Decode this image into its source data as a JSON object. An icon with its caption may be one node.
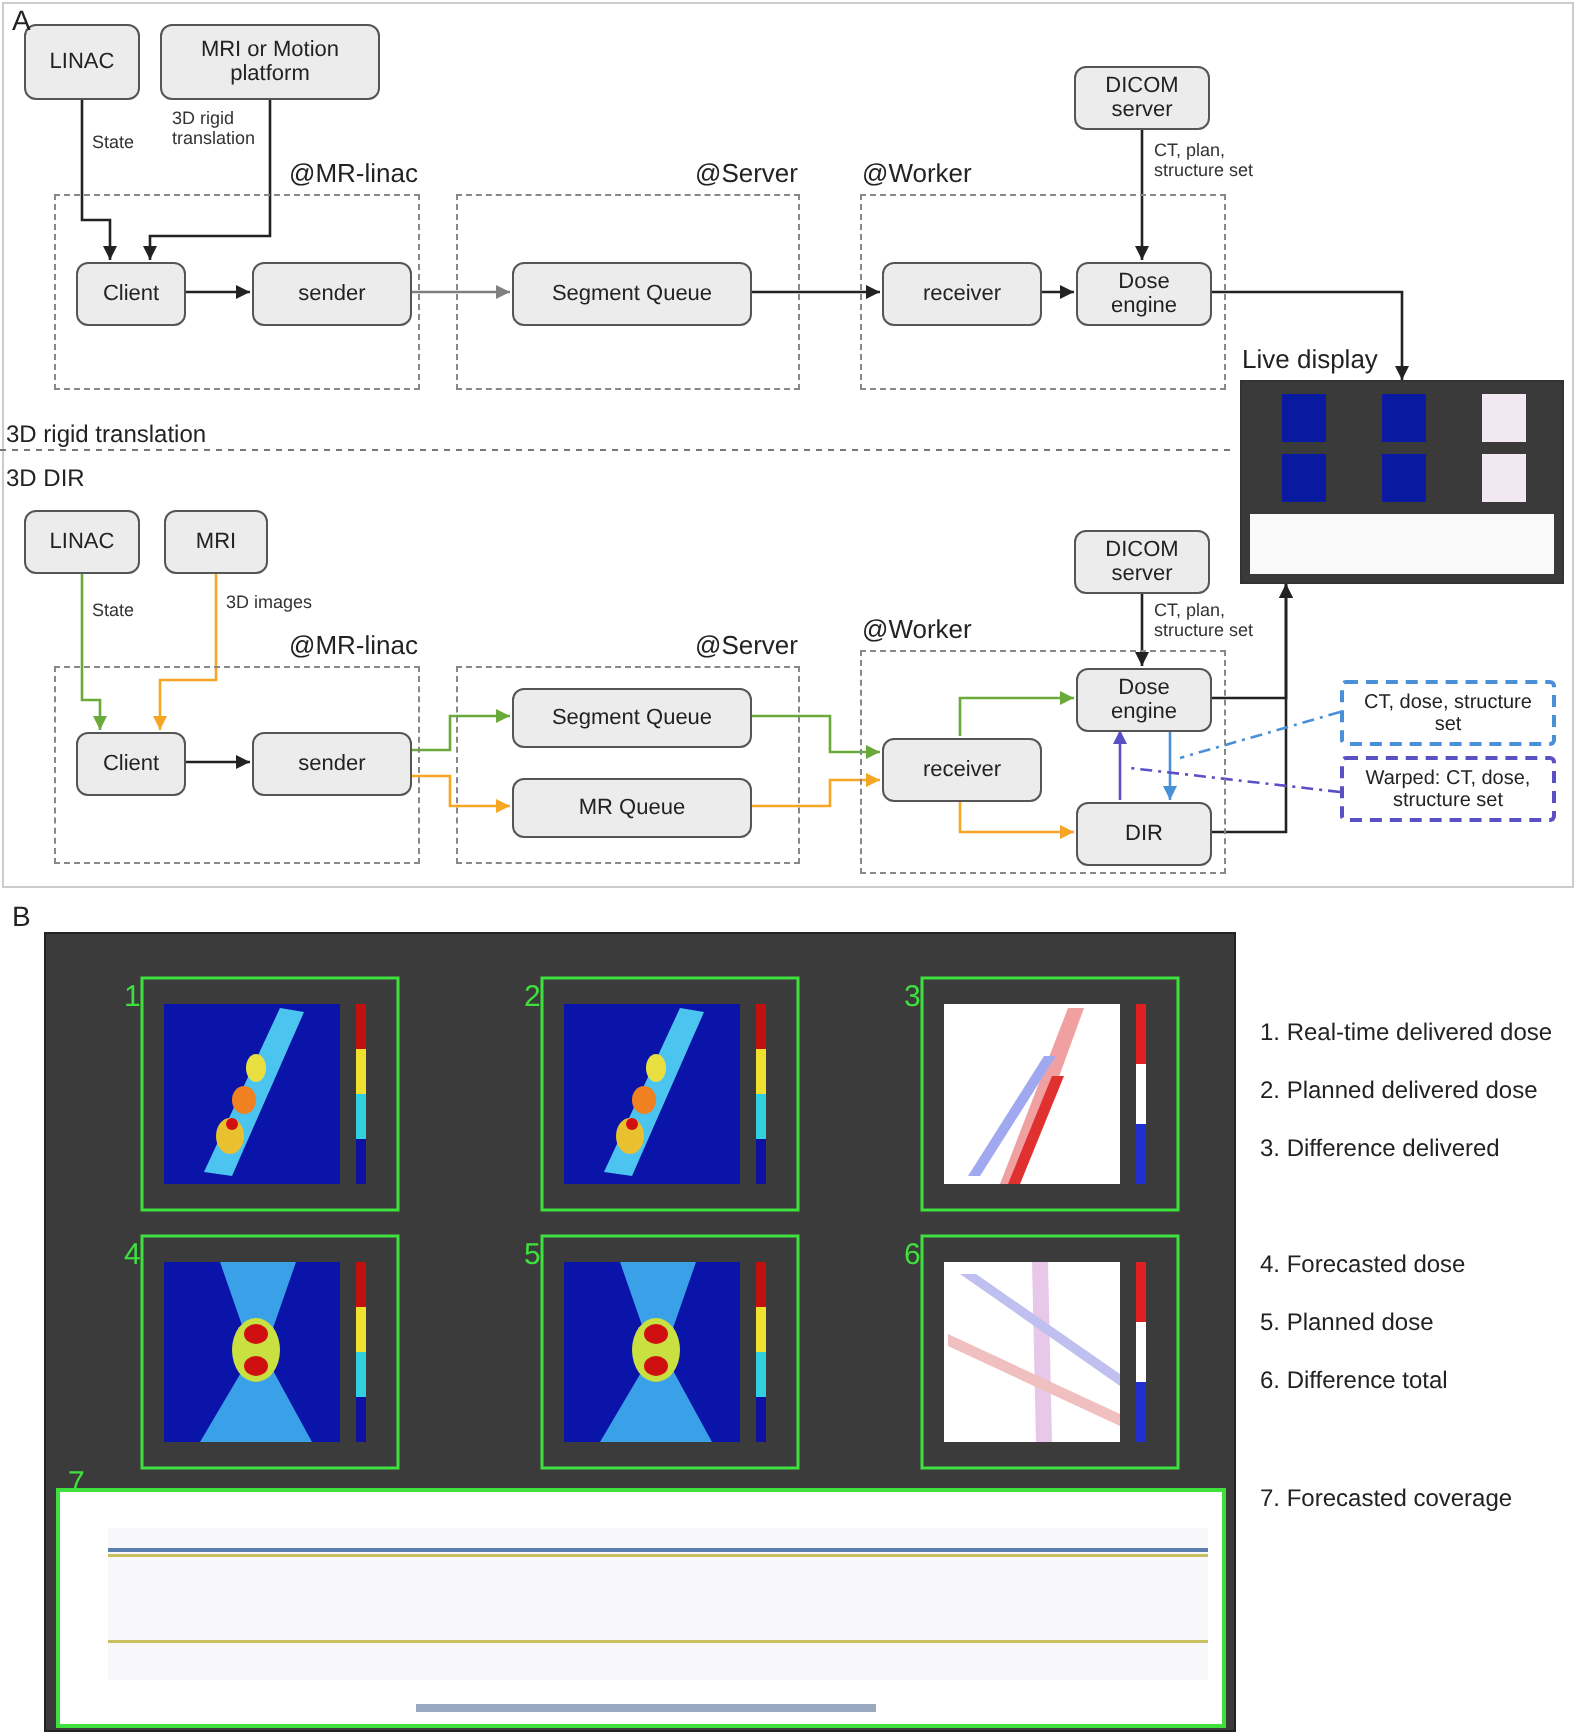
{
  "diagram": {
    "nodes": [
      {
        "text": [
          "LINAC"
        ]
      },
      {
        "text": [
          "MRI or Motion platform"
        ]
      },
      {
        "text": [
          "@MR-linac"
        ]
      },
      {
        "text": [
          "Client"
        ],
        "in": 2
      },
      {
        "text": [
          "sender"
        ],
        "in": 2
      },
      {
        "text": [
          "@Server"
        ]
      },
      {
        "text": [
          "Segment Queue"
        ],
        "in": 5
      },
      {
        "text": [
          "@Worker"
        ]
      },
      {
        "text": [
          "receiver"
        ],
        "in": 7
      },
      {
        "text": [
          "DICOM server"
        ]
      },
      {
        "text": [
          "Dose engine"
        ],
        "in": 7
      },
      {
        "text": [
          "Live display"
        ]
      },
      {
        "text": [
          "LINAC"
        ]
      },
      {
        "text": [
          "MRI"
        ]
      },
      {
        "text": [
          "@MR-linac"
        ]
      },
      {
        "text": [
          "Client"
        ],
        "in": 14
      },
      {
        "text": [
          "sender"
        ],
        "in": 14
      },
      {
        "text": [
          "@Server"
        ]
      },
      {
        "text": [
          "Segment Queue"
        ],
        "in": 17
      },
      {
        "text": [
          "MR Queue"
        ],
        "in": 17
      },
      {
        "text": [
          "@Worker"
        ]
      },
      {
        "text": [
          "receiver"
        ],
        "in": 20
      },
      {
        "text": [
          "DICOM server"
        ]
      },
      {
        "text": [
          "Dose engine"
        ],
        "in": 20
      },
      {
        "text": [
          "DIR"
        ],
        "in": 20
      },
      {
        "text": [
          "CT, dose, structure set"
        ]
      },
      {
        "text": [
          "Warped: CT, dose, structure set"
        ]
      }
    ],
    "edges": [
      {
        "from": 0,
        "to": 3,
        "arrow": "to",
        "label": "State"
      },
      {
        "from": 1,
        "to": 3,
        "arrow": "to",
        "label": "3D rigid translation"
      },
      {
        "from": 3,
        "to": 4,
        "arrow": "to"
      },
      {
        "from": 4,
        "to": 6,
        "arrow": "to",
        "color": "#808080"
      },
      {
        "from": 6,
        "to": 8,
        "arrow": "to"
      },
      {
        "from": 8,
        "to": 10,
        "arrow": "to"
      },
      {
        "from": 9,
        "to": 10,
        "arrow": "to",
        "label": "CT, plan, structure set"
      },
      {
        "from": 10,
        "to": 11,
        "arrow": "to"
      },
      {
        "from": 12,
        "to": 15,
        "arrow": "to",
        "label": "State",
        "color": "#6aaa3a"
      },
      {
        "from": 13,
        "to": 15,
        "arrow": "to",
        "label": "3D images",
        "color": "#f5a623"
      },
      {
        "from": 15,
        "to": 16,
        "arrow": "to"
      },
      {
        "from": 16,
        "to": 18,
        "arrow": "to",
        "color": "#6aaa3a"
      },
      {
        "from": 16,
        "to": 19,
        "arrow": "to",
        "color": "#f5a623"
      },
      {
        "from": 18,
        "to": 21,
        "arrow": "to",
        "color": "#6aaa3a"
      },
      {
        "from": 19,
        "to": 21,
        "arrow": "to",
        "color": "#f5a623"
      },
      {
        "from": 21,
        "to": 23,
        "arrow": "to",
        "color": "#6aaa3a"
      },
      {
        "from": 21,
        "to": 24,
        "arrow": "to",
        "color": "#f5a623"
      },
      {
        "from": 22,
        "to": 23,
        "arrow": "to",
        "label": "CT, plan, structure set"
      },
      {
        "from": 23,
        "to": 11,
        "arrow": "to"
      },
      {
        "from": 24,
        "to": 11,
        "arrow": "to"
      },
      {
        "from": 24,
        "to": 23,
        "arrow": "to",
        "color": "#5b4fc4"
      },
      {
        "from": 23,
        "to": 24,
        "arrow": "to",
        "color": "#4a90d9"
      },
      {
        "from": 25,
        "to": null,
        "arrow": "none",
        "style": "dashed",
        "color": "#4a90d9"
      },
      {
        "from": 26,
        "to": null,
        "arrow": "none",
        "style": "dashed",
        "color": "#5b4fc4"
      }
    ],
    "labels": [
      "A",
      "3D rigid translation",
      "3D DIR",
      "B",
      "1",
      "2",
      "3",
      "4",
      "5",
      "6",
      "7",
      "1. Real-time delivered dose",
      "2. Planned delivered dose",
      "3. Difference delivered",
      "4. Forecasted dose",
      "5. Planned dose",
      "6. Difference total",
      "7. Forecasted coverage"
    ]
  }
}
